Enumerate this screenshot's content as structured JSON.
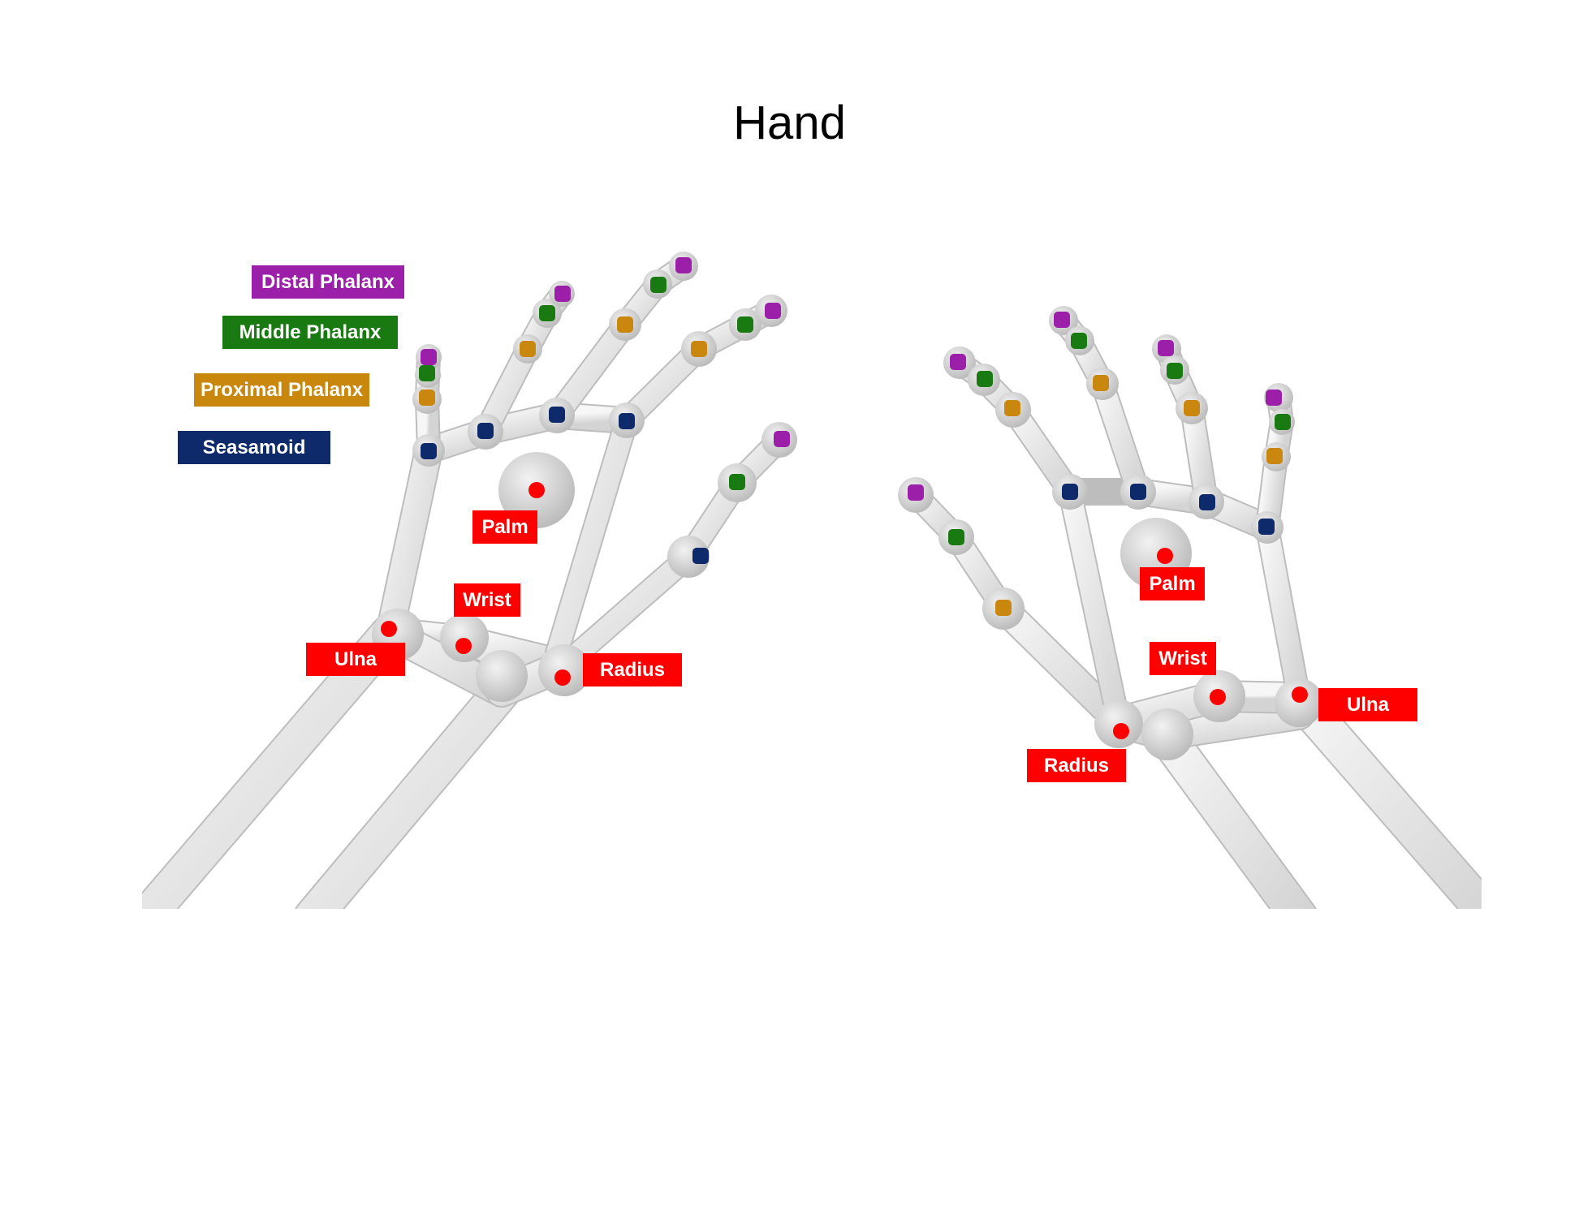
{
  "title": "Hand",
  "legend": [
    {
      "label": "Distal Phalanx",
      "color": "#9b1fa9"
    },
    {
      "label": "Middle Phalanx",
      "color": "#1a7a12"
    },
    {
      "label": "Proximal Phalanx",
      "color": "#c9870e"
    },
    {
      "label": "Seasamoid",
      "color": "#0e2a6b"
    }
  ],
  "left_hand": {
    "palm": "Palm",
    "wrist": "Wrist",
    "ulna": "Ulna",
    "radius": "Radius"
  },
  "right_hand": {
    "palm": "Palm",
    "wrist": "Wrist",
    "ulna": "Ulna",
    "radius": "Radius"
  },
  "colors": {
    "marker": "#ff0000",
    "bone": "#e6e6e6",
    "joint": "#cfcfcf"
  }
}
